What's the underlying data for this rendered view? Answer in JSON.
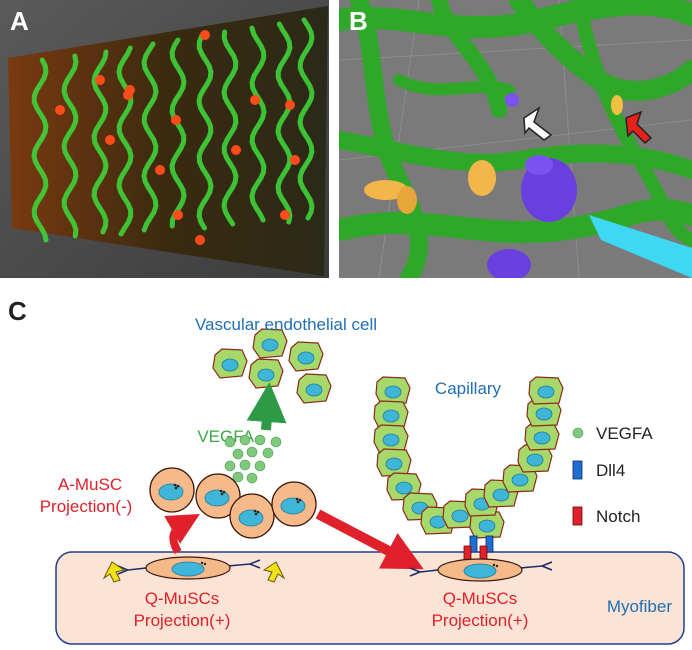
{
  "panels": {
    "a": {
      "label": "A"
    },
    "b": {
      "label": "B"
    },
    "c": {
      "label": "C"
    }
  },
  "diagram": {
    "vascular_endothelial_cell": "Vascular endothelial cell",
    "vegfa_label": "VEGFA",
    "a_musc_line1": "A-MuSC",
    "a_musc_line2": "Projection(-)",
    "capillary": "Capillary",
    "q_muscs_left_line1": "Q-MuSCs",
    "q_muscs_left_line2": "Projection(+)",
    "q_muscs_right_line1": "Q-MuSCs",
    "q_muscs_right_line2": "Projection(+)",
    "myofiber": "Myofiber"
  },
  "legend": {
    "items": [
      {
        "label": "VEGFA",
        "color": "#7fc97f"
      },
      {
        "label": "Dll4",
        "color": "#1f6fd1"
      },
      {
        "label": "Notch",
        "color": "#e0202a"
      }
    ]
  },
  "colors": {
    "text_red": "#e0202a",
    "text_blue": "#1f6fb5",
    "text_green": "#3aa845",
    "myofiber_fill": "#fbe3d6",
    "cell_green": "#a6d96a",
    "cell_orange": "#f6b98a",
    "nucleus": "#3fb6d8"
  }
}
